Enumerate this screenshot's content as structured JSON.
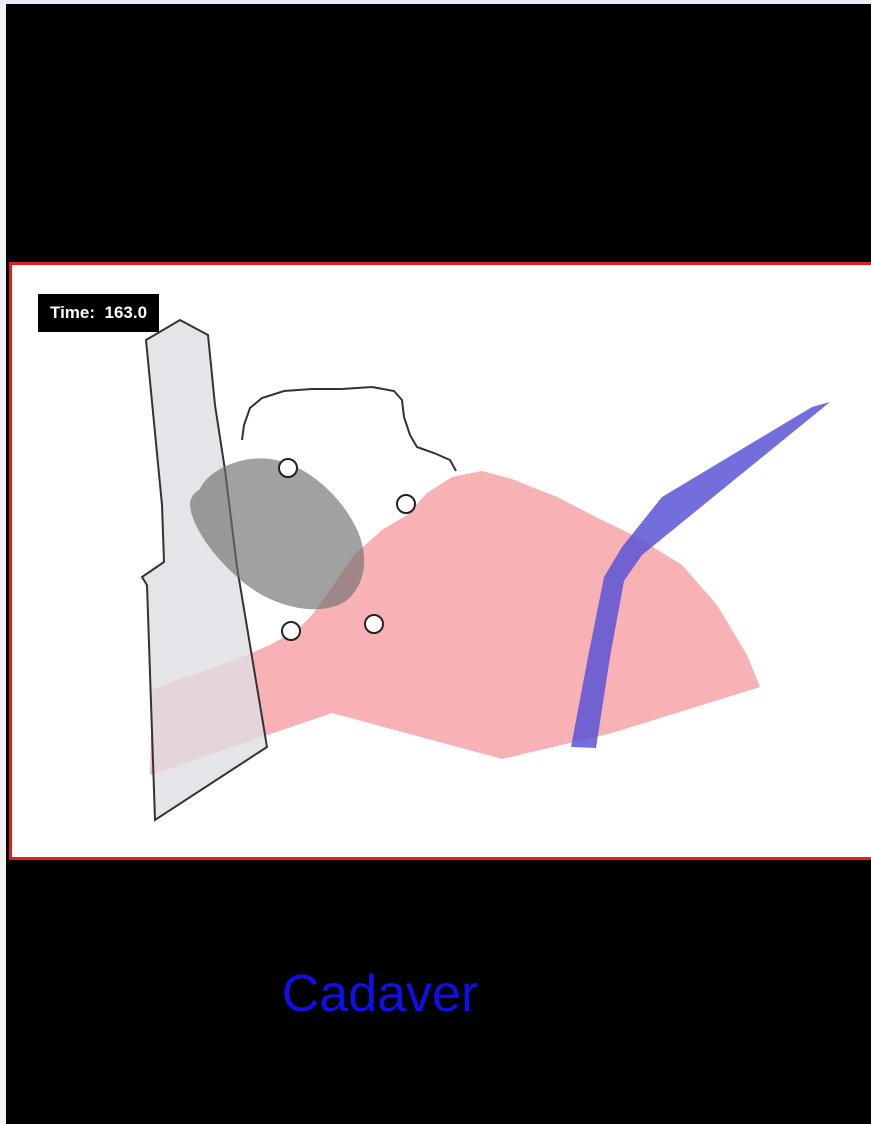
{
  "viewer": {
    "time_label": "Time:",
    "time_value": "163.0",
    "caption": "Cadaver"
  },
  "colors": {
    "background": "#000000",
    "viewport_border": "#e0201b",
    "pink_region": "#f7a3a8",
    "blue_band": "#6f6ad9",
    "grey_blob": "#8c8c8c",
    "light_grey_shape": "#e3e3e6",
    "caption_text": "#1010e6"
  },
  "markers": {
    "count": 4
  }
}
